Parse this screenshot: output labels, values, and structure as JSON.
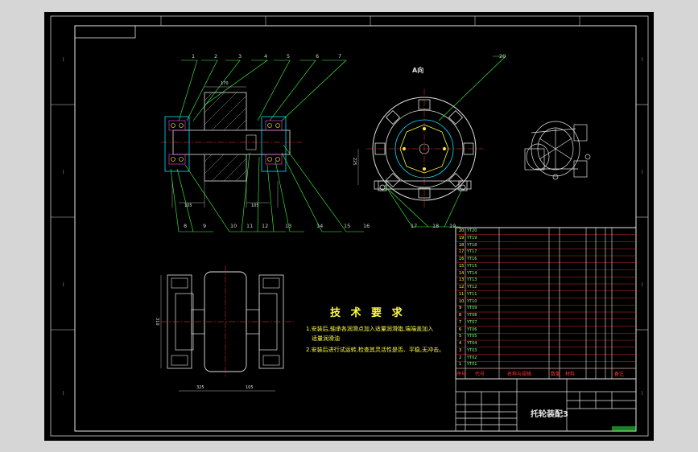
{
  "drawing": {
    "title": "托轮装配3",
    "view_label": "A向",
    "tech_requirements": {
      "title": "技 术 要 求",
      "items": [
        "1.安装后,轴承各润滑点加入适量润滑脂,端端盖加入",
        "适量润滑油",
        "2.安装后进行试运转,检查其灵活性是否、平稳,无冲击。"
      ]
    },
    "balloons_top": [
      "1",
      "2",
      "3",
      "4",
      "5",
      "6",
      "7"
    ],
    "balloons_bottom": [
      "8",
      "9",
      "10",
      "11",
      "12",
      "13",
      "14",
      "15",
      "16"
    ],
    "balloons_right_bottom": [
      "17",
      "18",
      "19"
    ],
    "balloon_view": "20",
    "dims": {
      "width": "170",
      "left": "105",
      "right": "105",
      "height": "225",
      "front_h": "310",
      "bottom_left": "325",
      "bottom_right": "105"
    }
  },
  "bom": {
    "header": [
      "序号",
      "代号",
      "名称与规格",
      "数量",
      "材料",
      "备注"
    ],
    "rows": [
      {
        "no": "20",
        "code": "YT20"
      },
      {
        "no": "19",
        "code": "YT19"
      },
      {
        "no": "18",
        "code": "YT18"
      },
      {
        "no": "17",
        "code": "YT17"
      },
      {
        "no": "16",
        "code": "YT16"
      },
      {
        "no": "15",
        "code": "YT15"
      },
      {
        "no": "14",
        "code": "YT14"
      },
      {
        "no": "13",
        "code": "YT13"
      },
      {
        "no": "12",
        "code": "YT12"
      },
      {
        "no": "11",
        "code": "YT11"
      },
      {
        "no": "10",
        "code": "YT10"
      },
      {
        "no": "9",
        "code": "YT09"
      },
      {
        "no": "8",
        "code": "YT08"
      },
      {
        "no": "7",
        "code": "YT07"
      },
      {
        "no": "6",
        "code": "YT06"
      },
      {
        "no": "5",
        "code": "YT05"
      },
      {
        "no": "4",
        "code": "YT04"
      },
      {
        "no": "3",
        "code": "YT03"
      },
      {
        "no": "2",
        "code": "YT02"
      },
      {
        "no": "1",
        "code": "YT01"
      }
    ]
  },
  "colors": {
    "paper": "#000000",
    "frame": "#e8e8e8",
    "green": "#40ff40",
    "cyan": "#00e0ff",
    "red": "#ff3333",
    "yellow": "#ffff40",
    "magenta": "#ff40ff"
  }
}
